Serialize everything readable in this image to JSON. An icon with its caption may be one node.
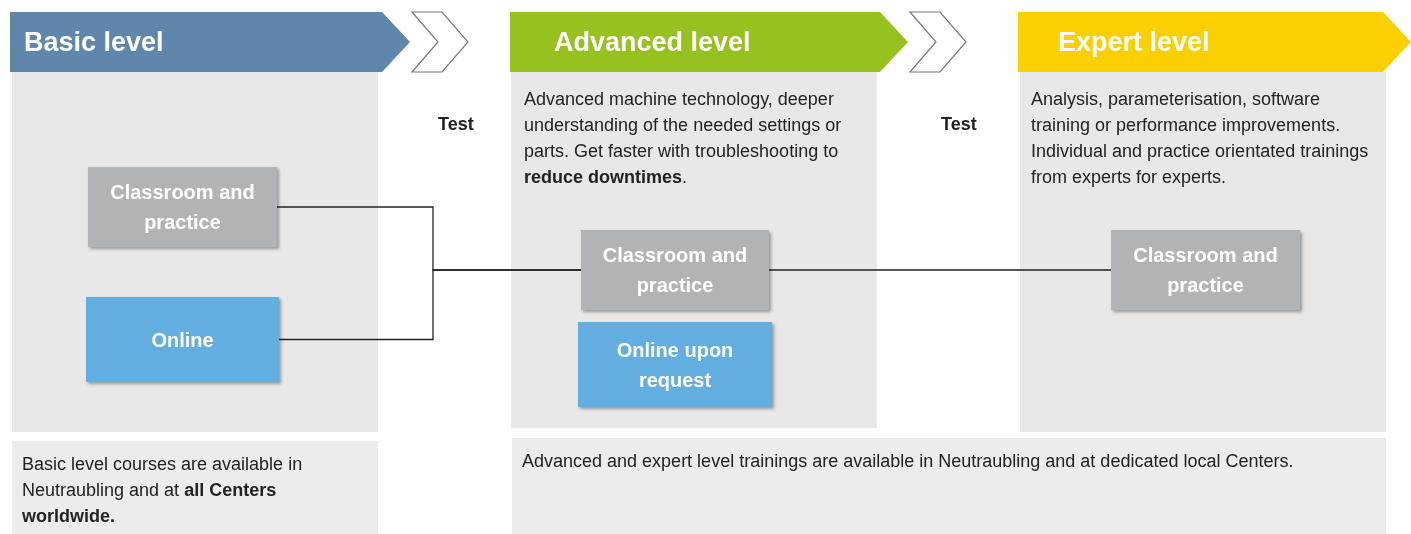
{
  "diagram": {
    "nodes": [
      {
        "text": [
          "Basic level"
        ]
      },
      {
        "text": [],
        "shape": "box"
      },
      {
        "text": [
          "Classroom and practice"
        ],
        "in": 1
      },
      {
        "text": [
          "Online"
        ],
        "in": 1
      },
      {
        "text": [
          "Advanced level"
        ]
      },
      {
        "text": [
          "Advanced machine technology, deeper understanding of the needed settings or parts. Get faster with troubleshooting to **reduce downtimes**."
        ]
      },
      {
        "text": [
          "Classroom and practice"
        ],
        "in": 5
      },
      {
        "text": [
          "Online upon request"
        ],
        "in": 5
      },
      {
        "text": [
          "Expert level"
        ]
      },
      {
        "text": [
          "Analysis, parameterisation, software training or performance improvements. Individual and practice orientated trainings from experts for experts."
        ]
      },
      {
        "text": [
          "Classroom and practice"
        ],
        "in": 9
      },
      {
        "text": [
          "Basic level courses are available in Neutraubling and at **all Centers worldwide.**"
        ]
      },
      {
        "text": [
          "Advanced and expert level trainings are available in Neutraubling and at dedicated local Centers."
        ]
      }
    ],
    "edges": [
      {
        "from": 0,
        "to": 4,
        "arrow": "to",
        "label": "Test"
      },
      {
        "from": 4,
        "to": 8,
        "arrow": "to",
        "label": "Test"
      },
      {
        "from": 2,
        "to": 6,
        "arrow": "none"
      },
      {
        "from": 3,
        "to": 6,
        "arrow": "none"
      },
      {
        "from": 6,
        "to": 10,
        "arrow": "none"
      }
    ]
  }
}
